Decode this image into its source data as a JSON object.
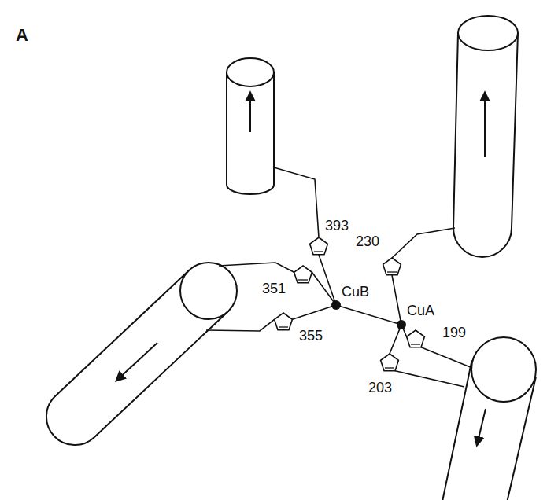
{
  "diagram": {
    "labels": [
      "A",
      "393",
      "230",
      "351",
      "CuB",
      "CuA",
      "199",
      "355",
      "203"
    ]
  }
}
